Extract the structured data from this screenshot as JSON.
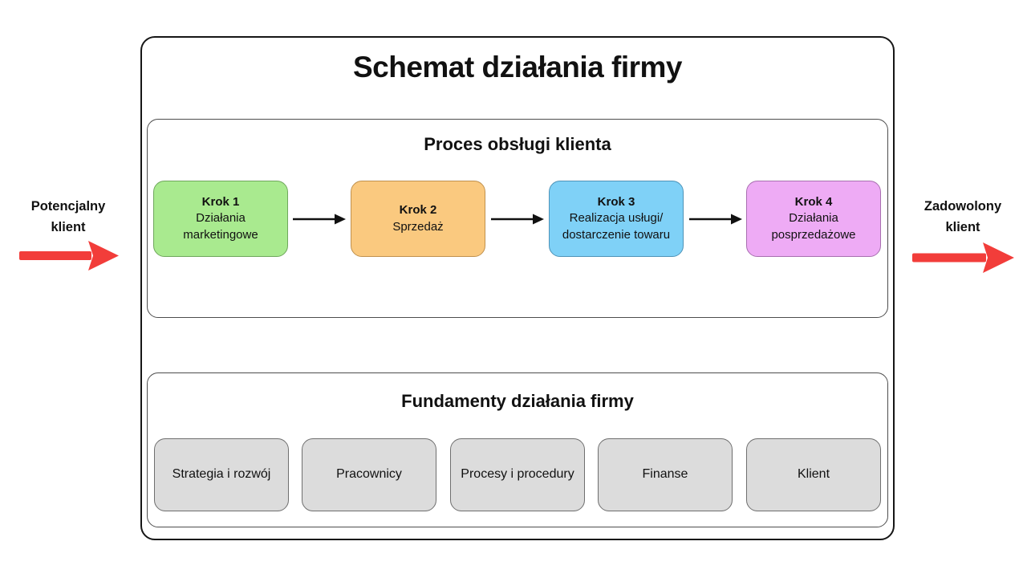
{
  "title": "Schemat działania firmy",
  "left_flow": {
    "line1": "Potencjalny",
    "line2": "klient"
  },
  "right_flow": {
    "line1": "Zadowolony",
    "line2": "klient"
  },
  "process": {
    "title": "Proces obsługi klienta",
    "steps": [
      {
        "title": "Krok 1",
        "desc": "Działania marketingowe",
        "color": "#a9ea8f",
        "border": "#6fa75c"
      },
      {
        "title": "Krok 2",
        "desc": "Sprzedaż",
        "color": "#fac97f",
        "border": "#c0914e"
      },
      {
        "title": "Krok 3",
        "desc": "Realizacja usługi/ dostarczenie towaru",
        "color": "#7fd1f7",
        "border": "#4e93b8"
      },
      {
        "title": "Krok 4",
        "desc": "Działania posprzedażowe",
        "color": "#eeabf5",
        "border": "#a86fb0"
      }
    ]
  },
  "foundations": {
    "title": "Fundamenty działania firmy",
    "items": [
      {
        "label": "Strategia i rozwój",
        "color": "#dcdcdc",
        "border": "#6f6f6f"
      },
      {
        "label": "Pracownicy",
        "color": "#dcdcdc",
        "border": "#6f6f6f"
      },
      {
        "label": "Procesy i procedury",
        "color": "#dcdcdc",
        "border": "#6f6f6f"
      },
      {
        "label": "Finanse",
        "color": "#dcdcdc",
        "border": "#6f6f6f"
      },
      {
        "label": "Klient",
        "color": "#dcdcdc",
        "border": "#6f6f6f"
      }
    ]
  },
  "colors": {
    "flow_arrow_red": "#f23d3a",
    "connector_black": "#111111",
    "outer_border": "#161616",
    "section_border": "#4d4d4d"
  }
}
